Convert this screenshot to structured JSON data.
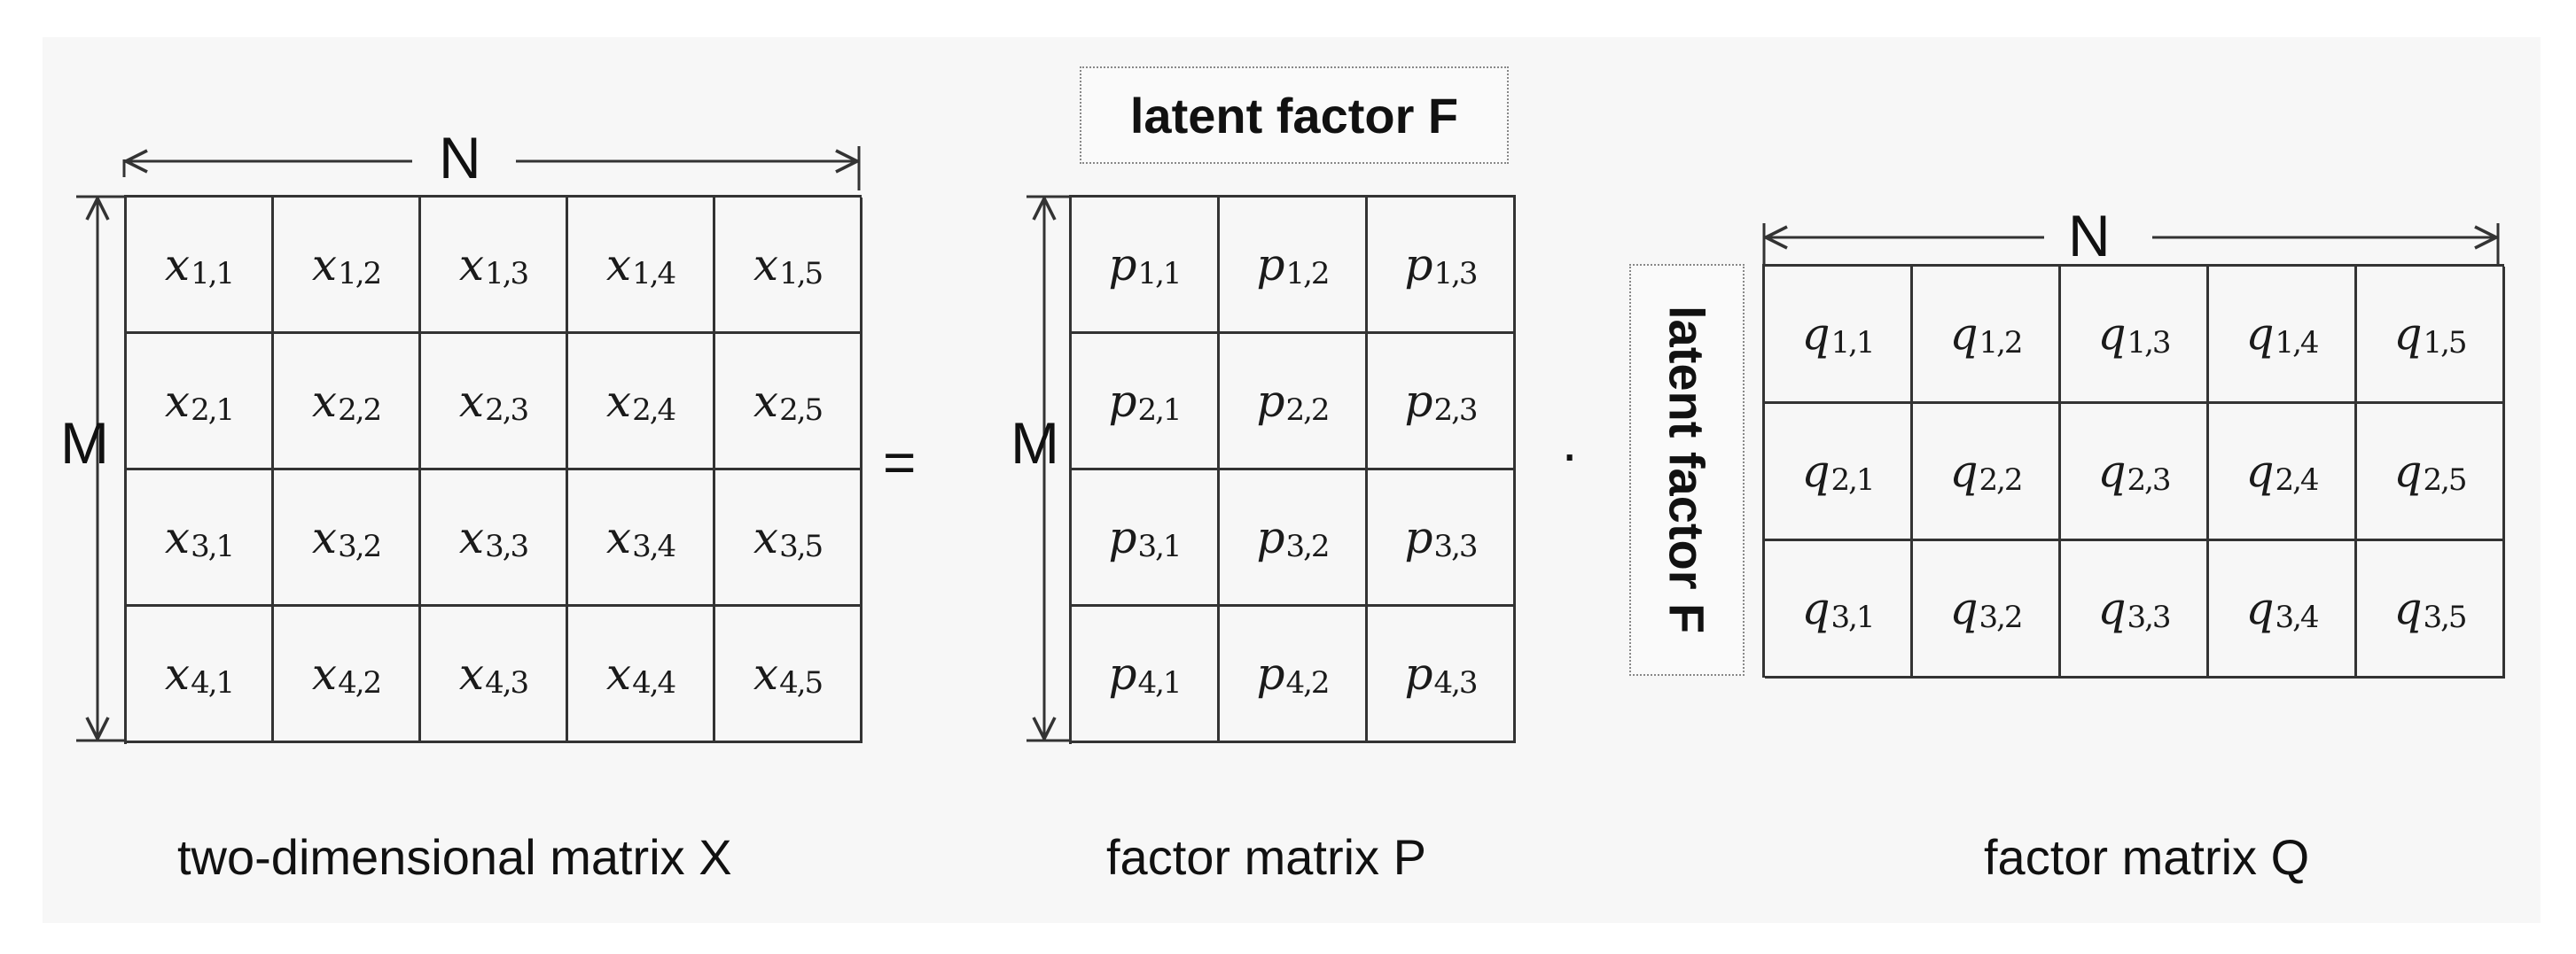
{
  "matrix_x": {
    "width_label": "N",
    "height_label": "M",
    "caption": "two-dimensional matrix X",
    "base": "x",
    "rows": [
      [
        "1,1",
        "1,2",
        "1,3",
        "1,4",
        "1,5"
      ],
      [
        "2,1",
        "2,2",
        "2,3",
        "2,4",
        "2,5"
      ],
      [
        "3,1",
        "3,2",
        "3,3",
        "3,4",
        "3,5"
      ],
      [
        "4,1",
        "4,2",
        "4,3",
        "4,4",
        "4,5"
      ]
    ]
  },
  "equals_sign": "=",
  "matrix_p": {
    "height_label": "M",
    "top_box": "latent factor F",
    "caption": "factor matrix P",
    "base": "p",
    "rows": [
      [
        "1,1",
        "1,2",
        "1,3"
      ],
      [
        "2,1",
        "2,2",
        "2,3"
      ],
      [
        "3,1",
        "3,2",
        "3,3"
      ],
      [
        "4,1",
        "4,2",
        "4,3"
      ]
    ]
  },
  "dot_operator": "·",
  "matrix_q": {
    "width_label": "N",
    "side_box": "latent factor F",
    "caption": "factor matrix Q",
    "base": "q",
    "rows": [
      [
        "1,1",
        "1,2",
        "1,3",
        "1,4",
        "1,5"
      ],
      [
        "2,1",
        "2,2",
        "2,3",
        "2,4",
        "2,5"
      ],
      [
        "3,1",
        "3,2",
        "3,3",
        "3,4",
        "3,5"
      ]
    ]
  }
}
